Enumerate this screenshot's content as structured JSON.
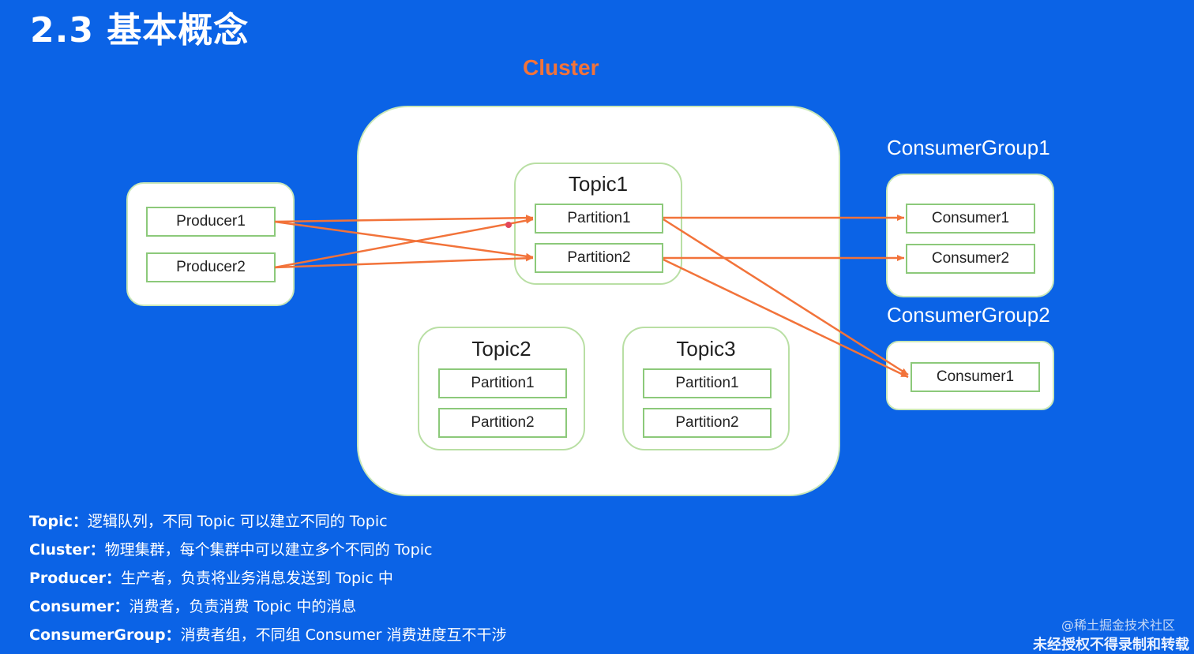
{
  "title": "2.3 基本概念",
  "cluster_label": "Cluster",
  "producers": [
    "Producer1",
    "Producer2"
  ],
  "topics": [
    {
      "name": "Topic1",
      "partitions": [
        "Partition1",
        "Partition2"
      ]
    },
    {
      "name": "Topic2",
      "partitions": [
        "Partition1",
        "Partition2"
      ]
    },
    {
      "name": "Topic3",
      "partitions": [
        "Partition1",
        "Partition2"
      ]
    }
  ],
  "consumer_groups": [
    {
      "name": "ConsumerGroup1",
      "consumers": [
        "Consumer1",
        "Consumer2"
      ]
    },
    {
      "name": "ConsumerGroup2",
      "consumers": [
        "Consumer1"
      ]
    }
  ],
  "legend": [
    {
      "key": "Topic：",
      "text": "逻辑队列，不同 Topic 可以建立不同的 Topic"
    },
    {
      "key": "Cluster：",
      "text": "物理集群，每个集群中可以建立多个不同的 Topic"
    },
    {
      "key": "Producer：",
      "text": "生产者，负责将业务消息发送到 Topic 中"
    },
    {
      "key": "Consumer：",
      "text": "消费者，负责消费 Topic 中的消息"
    },
    {
      "key": "ConsumerGroup：",
      "text": "消费者组，不同组 Consumer 消费进度互不干涉"
    }
  ],
  "watermark": {
    "line1": "@稀土掘金技术社区",
    "line2": "未经授权不得录制和转载"
  },
  "colors": {
    "background": "#0b63e6",
    "arrow": "#f2733a",
    "border": "#8cc97a"
  }
}
